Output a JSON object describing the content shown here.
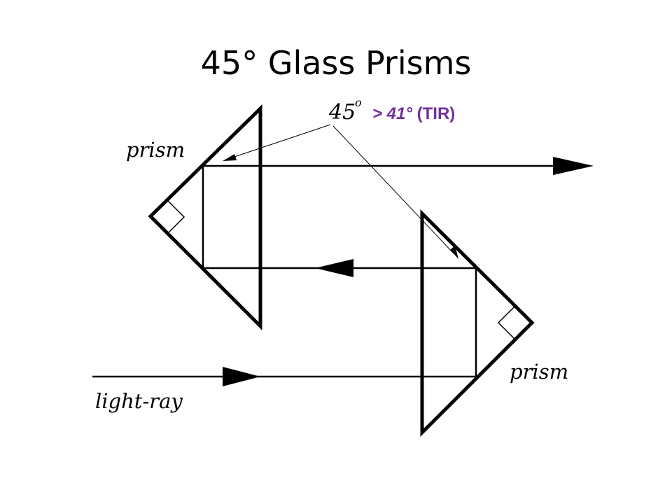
{
  "title": "45° Glass Prisms",
  "labels": {
    "prism_top": "prism",
    "prism_bottom": "prism",
    "light_ray": "light-ray",
    "angle_value": "45",
    "angle_degree": "o",
    "tir_part1": "> 41°",
    "tir_part2": " (TIR)"
  },
  "colors": {
    "annotation": "#7030a0",
    "lines": "#000000"
  }
}
